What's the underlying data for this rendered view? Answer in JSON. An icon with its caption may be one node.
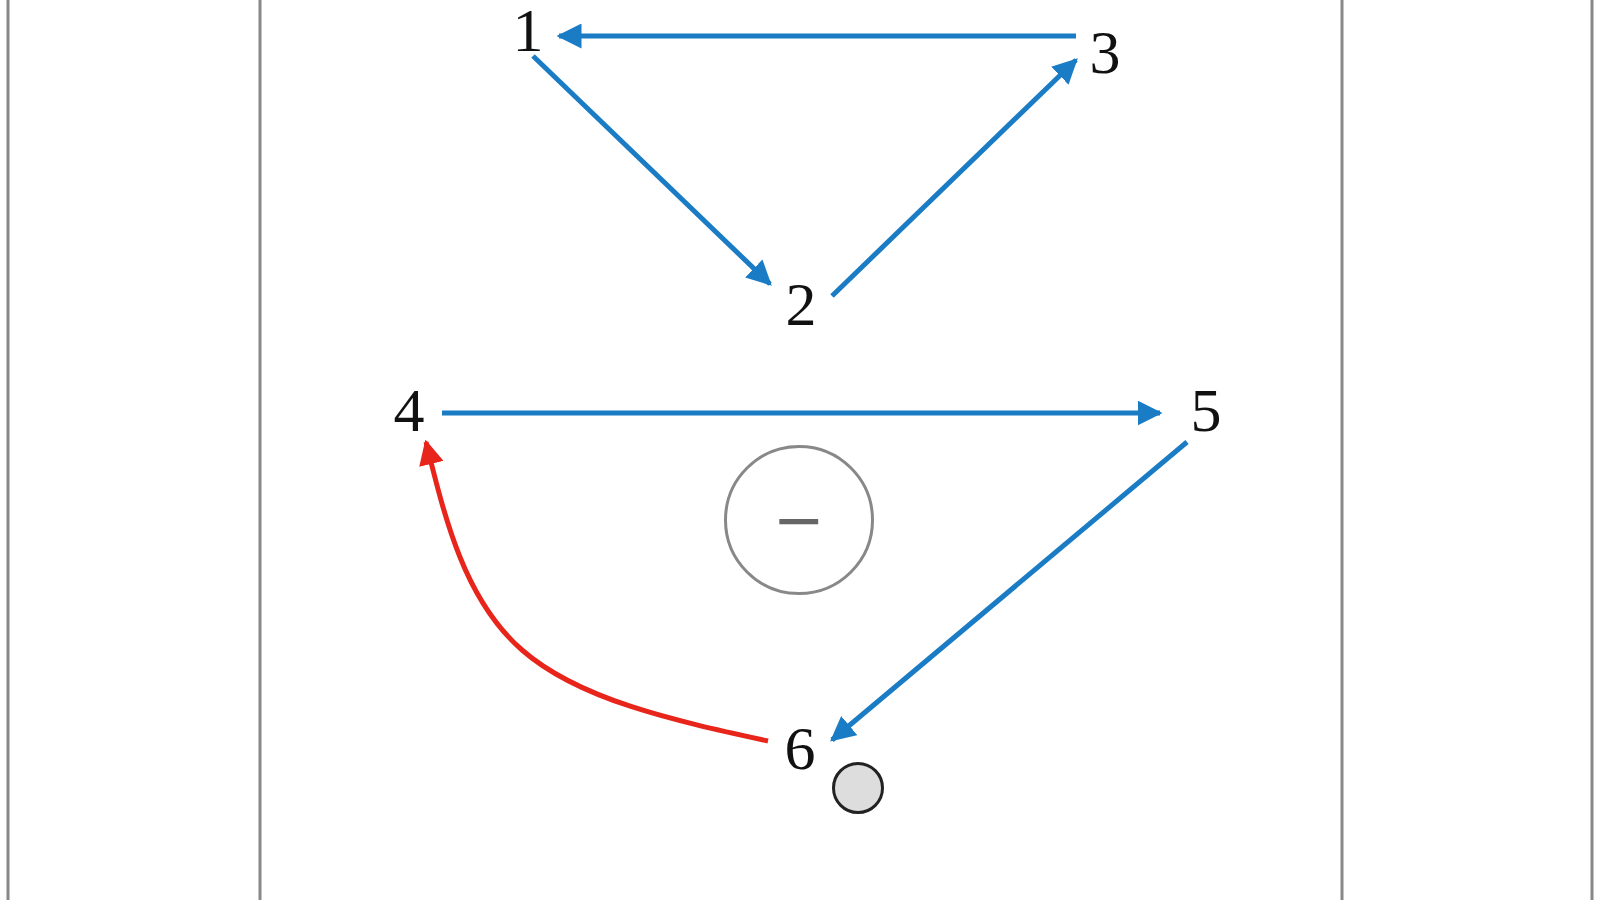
{
  "diagram": {
    "nodes": [
      {
        "text": [
          "1"
        ]
      },
      {
        "text": [
          "2"
        ]
      },
      {
        "text": [
          "3"
        ]
      },
      {
        "text": [
          "4"
        ]
      },
      {
        "text": [
          "5"
        ]
      },
      {
        "text": [
          "−"
        ]
      },
      {
        "text": [
          "6"
        ]
      },
      {
        "text": [],
        "shape": "circle"
      }
    ],
    "edges": [
      {
        "from": 2,
        "to": 0,
        "arrow": "to"
      },
      {
        "from": 0,
        "to": 1,
        "arrow": "to"
      },
      {
        "from": 1,
        "to": 2,
        "arrow": "to"
      },
      {
        "from": 3,
        "to": 4,
        "arrow": "to"
      },
      {
        "from": 4,
        "to": 6,
        "arrow": "to"
      },
      {
        "from": 6,
        "to": 3,
        "arrow": "to",
        "color": "#e8251b"
      }
    ]
  }
}
